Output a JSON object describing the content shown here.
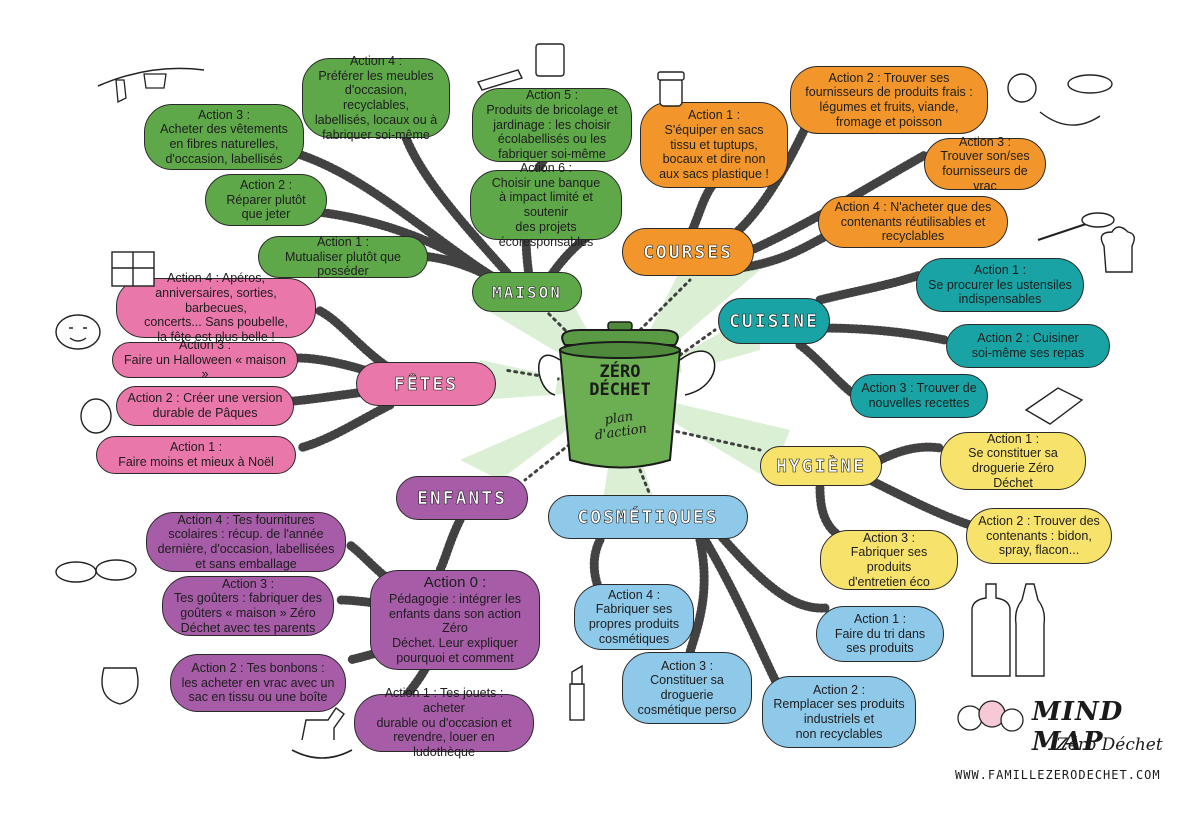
{
  "colors": {
    "maison": "#5fa84a",
    "courses": "#f2962b",
    "cuisine": "#1aa3a4",
    "hygiene": "#f7e36b",
    "cosmetiques": "#8ec9ea",
    "enfants": "#a65ca7",
    "fetes": "#ea77aa",
    "bin": "#5a9a45",
    "rays": "#cfe9c6"
  },
  "center": {
    "title": "ZÉRO DÉCHET",
    "subtitle": "plan d'action"
  },
  "categories": {
    "maison": "MAISON",
    "courses": "COURSES",
    "cuisine": "CUISINE",
    "hygiene": "HYGIÈNE",
    "cosmetiques": "COSMÉTIQUES",
    "enfants": "ENFANTS",
    "fetes": "FÊTES"
  },
  "actions": {
    "maison_1": {
      "title": "Action 1 :",
      "body": "Mutualiser plutôt que\nposséder"
    },
    "maison_2": {
      "title": "Action 2 :",
      "body": "Réparer plutôt\nque jeter"
    },
    "maison_3": {
      "title": "Action 3 :",
      "body": "Acheter des vêtements\nen fibres naturelles,\nd'occasion, labellisés"
    },
    "maison_4": {
      "title": "Action 4 :",
      "body": "Préférer les meubles\nd'occasion, recyclables,\nlabellisés, locaux ou à\nfabriquer soi-même"
    },
    "maison_5": {
      "title": "Action 5 :",
      "body": "Produits de bricolage et\njardinage : les choisir\nécolabellisés ou les\nfabriquer soi-même"
    },
    "maison_6": {
      "title": "Action 6 :",
      "body": "Choisir une banque\nà impact limité et soutenir\ndes projets\nécoresponsables"
    },
    "courses_1": {
      "title": "Action 1 :",
      "body": "S'équiper en sacs\ntissu et tuptups,\nbocaux et dire non\naux sacs plastique !"
    },
    "courses_2": {
      "title": "Action 2 : Trouver ses",
      "body": "fournisseurs de produits frais :\nlégumes et fruits, viande,\nfromage et poisson"
    },
    "courses_3": {
      "title": "Action 3 :",
      "body": "Trouver son/ses\nfournisseurs de vrac"
    },
    "courses_4": {
      "title": "Action 4 : N'acheter que des",
      "body": "contenants réutilisables et\nrecyclables"
    },
    "cuisine_1": {
      "title": "Action 1 :",
      "body": "Se procurer les ustensiles\nindispensables"
    },
    "cuisine_2": {
      "title": "Action 2 : Cuisiner",
      "body": "soi-même ses repas"
    },
    "cuisine_3": {
      "title": "Action 3 : Trouver de",
      "body": "nouvelles recettes"
    },
    "hygiene_1": {
      "title": "Action 1 :",
      "body": "Se constituer sa\ndroguerie Zéro Déchet"
    },
    "hygiene_2": {
      "title": "Action 2 : Trouver des",
      "body": "contenants : bidon,\nspray, flacon..."
    },
    "hygiene_3": {
      "title": "Action 3 :",
      "body": "Fabriquer ses produits\nd'entretien éco"
    },
    "cosmetiques_1": {
      "title": "Action 1 :",
      "body": "Faire du tri dans\nses produits"
    },
    "cosmetiques_2": {
      "title": "Action 2 :",
      "body": "Remplacer ses produits\nindustriels et\nnon recyclables"
    },
    "cosmetiques_3": {
      "title": "Action 3 :",
      "body": "Constituer sa\ndroguerie\ncosmétique perso"
    },
    "cosmetiques_4": {
      "title": "Action 4 :",
      "body": "Fabriquer ses\npropres produits\ncosmétiques"
    },
    "enfants_0": {
      "title": "Action 0 :",
      "body": "Pédagogie : intégrer les\nenfants dans son action Zéro\nDéchet. Leur expliquer\npourquoi et comment"
    },
    "enfants_1": {
      "title": "Action 1 : Tes jouets : acheter",
      "body": "durable ou d'occasion et\nrevendre, louer en ludothèque"
    },
    "enfants_2": {
      "title": "Action 2 : Tes bonbons :",
      "body": "les acheter en vrac avec un\nsac en tissu ou une boîte"
    },
    "enfants_3": {
      "title": "Action 3 :",
      "body": "Tes goûters : fabriquer des\ngoûters « maison » Zéro\nDéchet avec tes parents"
    },
    "enfants_4": {
      "title": "Action 4 : Tes fournitures",
      "body": "scolaires : récup. de l'année\ndernière, d'occasion, labellisées\net sans emballage"
    },
    "fetes_1": {
      "title": "Action 1 :",
      "body": "Faire moins et mieux à Noël"
    },
    "fetes_2": {
      "title": "Action 2 : Créer une version",
      "body": "durable de Pâques"
    },
    "fetes_3": {
      "title": "Action 3 :",
      "body": "Faire un Halloween « maison »"
    },
    "fetes_4": {
      "title": "Action 4 : Apéros,",
      "body": "anniversaires, sorties, barbecues,\nconcerts... Sans poubelle,\nla fête est plus belle !"
    }
  },
  "credit": {
    "title": "MIND MAP",
    "subtitle": "Zéro Déchet",
    "url": "WWW.FAMILLEZERODECHET.COM"
  }
}
